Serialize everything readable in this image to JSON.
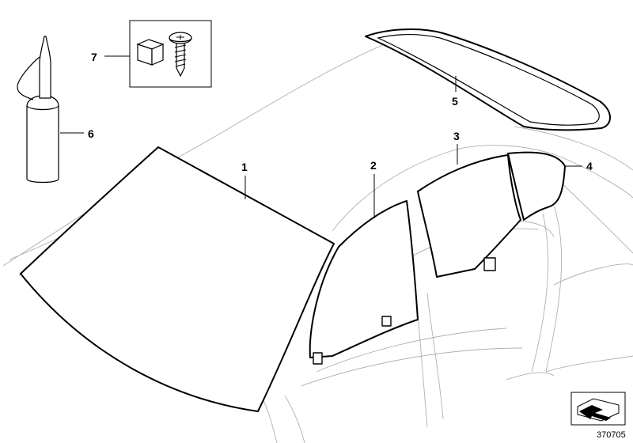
{
  "diagram": {
    "callouts": {
      "windscreen": "1",
      "front_door_glass": "2",
      "rear_door_glass": "3",
      "rear_quarter_glass": "4",
      "rear_window": "5",
      "adhesive_bottle": "6",
      "mounting_kit": "7"
    },
    "reference_number": "370705",
    "icons": {
      "orientation": "car-orientation-arrow-icon",
      "clip": "glass-clip-icon",
      "screw": "screw-icon",
      "cube": "spacer-block-icon",
      "bottle": "adhesive-bottle-icon"
    }
  }
}
